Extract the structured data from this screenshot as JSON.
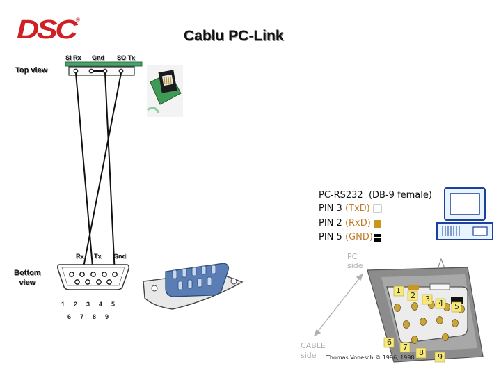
{
  "logo": {
    "text": "DSC",
    "reg": "®"
  },
  "title": "Cablu PC-Link",
  "top_view": {
    "label": "Top view",
    "pins": [
      "SI Rx",
      "Gnd",
      "SO Tx"
    ]
  },
  "bottom_view": {
    "label_line1": "Bottom",
    "label_line2": "view",
    "pins": [
      "Rx",
      "Tx",
      "Gnd"
    ],
    "row1_numbers": [
      "1",
      "2",
      "3",
      "4",
      "5"
    ],
    "row2_numbers": [
      "6",
      "7",
      "8",
      "9"
    ]
  },
  "rs232": {
    "heading": "PC-RS232  (DB-9 female)",
    "rows": [
      {
        "pin": "PIN 3",
        "signal": "(TxD)",
        "color": "#ffffff"
      },
      {
        "pin": "PIN 2",
        "signal": "(RxD)",
        "color": "#c9961e"
      },
      {
        "pin": "PIN 5",
        "signal": "(GND)",
        "color": "#000000"
      }
    ],
    "pc_side_line1": "PC",
    "pc_side_line2": "side",
    "cable_side_line1": "CABLE",
    "cable_side_line2": "side",
    "copyright": "Thomas Vonesch © 1996, 1998",
    "connector_numbers": [
      "1",
      "2",
      "3",
      "4",
      "5",
      "6",
      "7",
      "8",
      "9"
    ]
  },
  "colors": {
    "logo_red": "#d11f26",
    "pcb_green": "#4aa36a",
    "gold": "#c9961e",
    "connector_blue": "#5a7db3"
  }
}
